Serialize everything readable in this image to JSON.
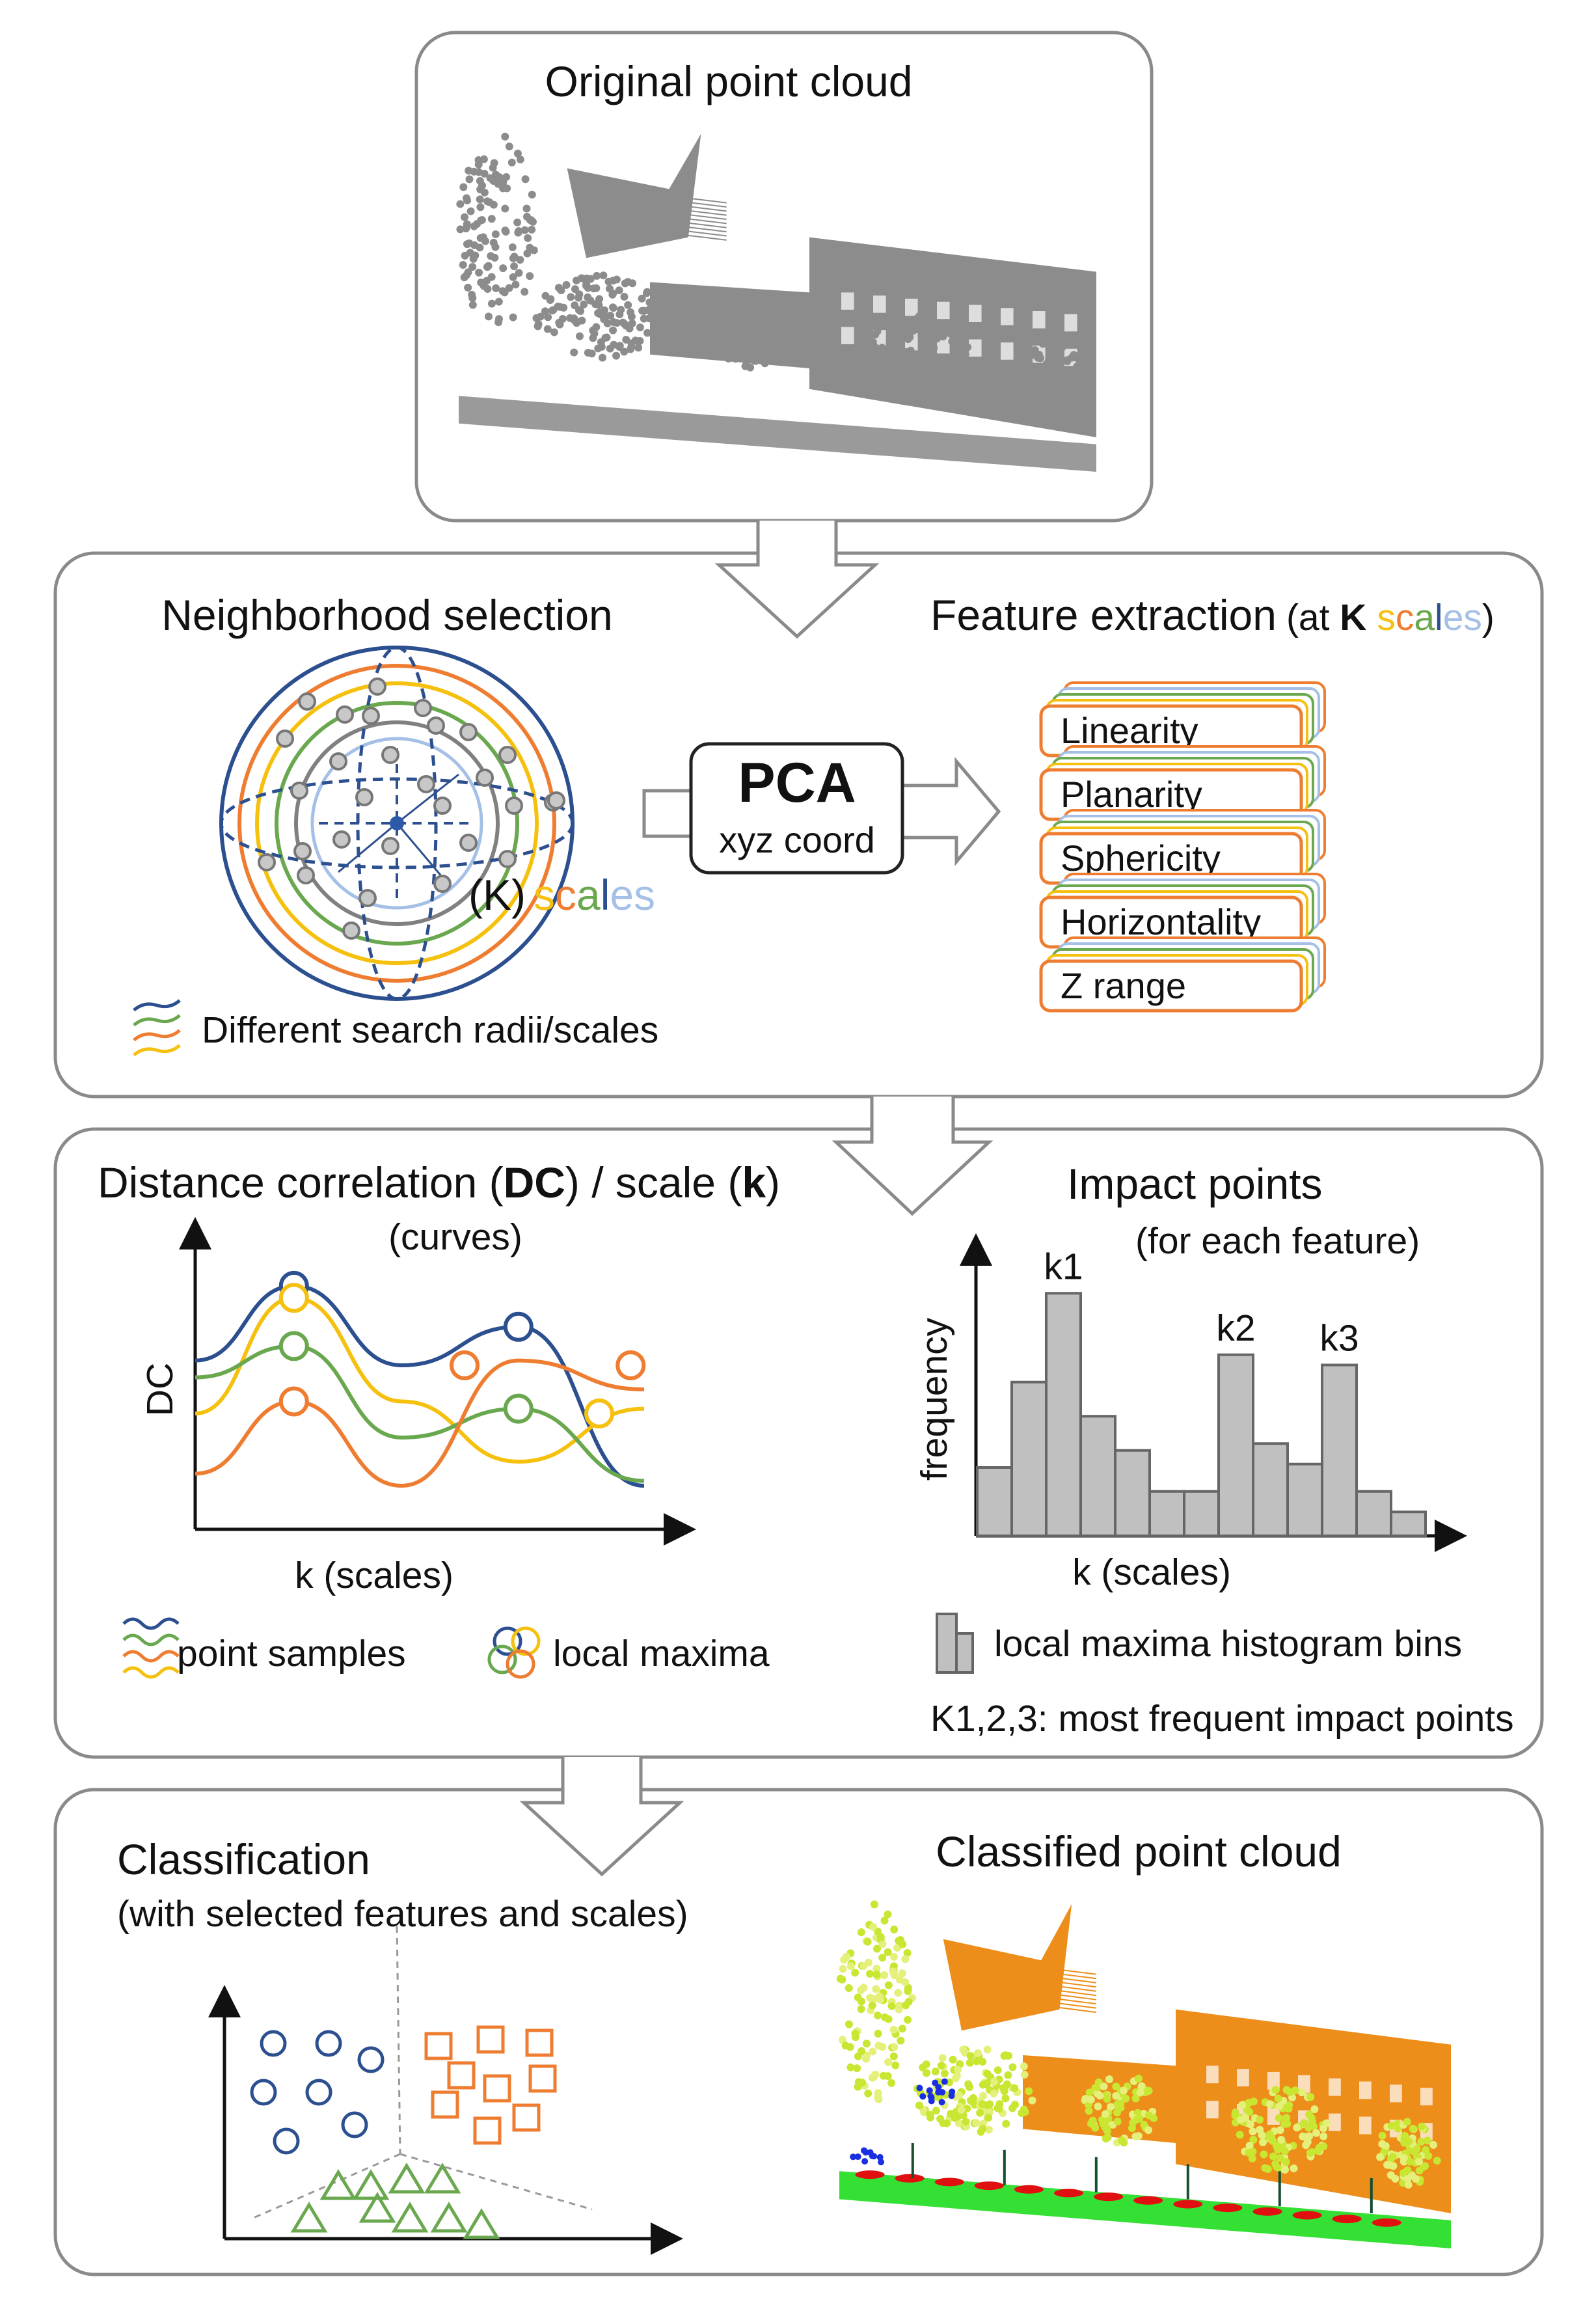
{
  "colors": {
    "blue": "#2c4f8f",
    "orange": "#ee7d31",
    "green": "#6aa84f",
    "yellow": "#f5c00e",
    "lightblue": "#a5c0e6",
    "gray": "#808080",
    "pc_gray": "#8c8c8c"
  },
  "icons": [
    "wavy-lines-icon",
    "overlapping-circles-icon",
    "histogram-bins-icon",
    "search-radii-legend-icon"
  ],
  "stage1": {
    "title": "Original point cloud"
  },
  "stage2": {
    "left_title": "Neighborhood selection",
    "k_label": "(K)",
    "scales_letters": [
      "s",
      "c",
      "a",
      "l",
      "e",
      "s"
    ],
    "pca_title": "PCA",
    "pca_sub": "xyz coord",
    "right_title_main": "Feature extraction",
    "right_title_open": "(at ",
    "right_title_bold": "K",
    "right_title_close": ")",
    "features": [
      "Linearity",
      "Planarity",
      "Sphericity",
      "Horizontality",
      "Z range"
    ],
    "legend": "Different search radii/scales"
  },
  "stage3": {
    "dc_title_a": "Distance correlation (",
    "dc_title_b": "DC",
    "dc_title_c": ") / scale (",
    "dc_title_d": "k",
    "dc_title_e": ")",
    "dc_sub": "(curves)",
    "dc_ylabel": "DC",
    "dc_xlabel": "k (scales)",
    "legend_samples": "point samples",
    "legend_maxima": "local maxima",
    "ip_title": "Impact points",
    "ip_sub": "(for each feature)",
    "ip_ylabel": "frequency",
    "ip_xlabel": "k (scales)",
    "ip_peaks": [
      "k1",
      "k2",
      "k3"
    ],
    "legend_bins": "local maxima histogram bins",
    "note": "K1,2,3: most frequent impact points"
  },
  "stage4": {
    "title": "Classification",
    "sub": "(with selected features and scales)",
    "right_title": "Classified point cloud"
  },
  "chart_data": [
    {
      "type": "line",
      "title": "Distance correlation (DC) / scale (k)",
      "xlabel": "k (scales)",
      "ylabel": "DC",
      "series": [
        {
          "color": "#2c4f8f",
          "values": [
            0.62,
            0.93,
            0.6,
            0.76,
            0.1
          ]
        },
        {
          "color": "#f5c00e",
          "values": [
            0.4,
            0.88,
            0.45,
            0.2,
            0.42
          ]
        },
        {
          "color": "#6aa84f",
          "values": [
            0.55,
            0.68,
            0.3,
            0.42,
            0.12
          ]
        },
        {
          "color": "#ee7d31",
          "values": [
            0.15,
            0.45,
            0.1,
            0.62,
            0.5
          ]
        }
      ]
    },
    {
      "type": "bar",
      "title": "Impact points",
      "xlabel": "k (scales)",
      "ylabel": "frequency",
      "values": [
        2,
        4.5,
        7.1,
        3.5,
        2.5,
        1.3,
        1.3,
        5.3,
        2.7,
        2.1,
        5.0,
        1.3,
        0.7
      ],
      "annotations": [
        {
          "label": "k1",
          "bin": 3
        },
        {
          "label": "k2",
          "bin": 8
        },
        {
          "label": "k3",
          "bin": 11
        }
      ]
    }
  ]
}
